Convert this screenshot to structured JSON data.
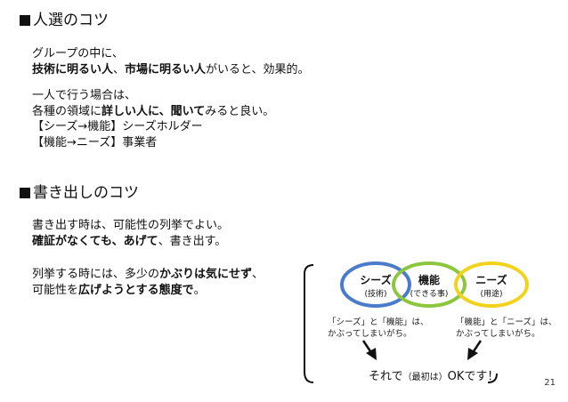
{
  "section1": {
    "heading": "人選のコツ",
    "para1": {
      "line1": "グループの中に、",
      "line2": [
        {
          "text": "技術に明るい人",
          "bold": true
        },
        {
          "text": "、",
          "bold": false
        },
        {
          "text": "市場に明るい人",
          "bold": true
        },
        {
          "text": "がいると、効果的。",
          "bold": false
        }
      ]
    },
    "para2": {
      "line1": "一人で行う場合は、",
      "line2": [
        {
          "text": "各種の領域に",
          "bold": false
        },
        {
          "text": "詳しい人に、聞いて",
          "bold": true
        },
        {
          "text": "みると良い。",
          "bold": false
        }
      ],
      "line3": "【シーズ→機能】シーズホルダー",
      "line4": "【機能→ニーズ】事業者"
    }
  },
  "section2": {
    "heading": "書き出しのコツ",
    "para1": {
      "line1": "書き出す時は、可能性の列挙でよい。",
      "line2": [
        {
          "text": "確証がなくても、あげて",
          "bold": true
        },
        {
          "text": "、書き出す。",
          "bold": false
        }
      ]
    },
    "para2": {
      "line1": [
        {
          "text": "列挙する時には、多少の",
          "bold": false
        },
        {
          "text": "かぶりは気にせず",
          "bold": true
        },
        {
          "text": "、",
          "bold": false
        }
      ],
      "line2": [
        {
          "text": "可能性を",
          "bold": false
        },
        {
          "text": "広げようとする態度で",
          "bold": true
        },
        {
          "text": "。",
          "bold": false
        }
      ]
    }
  },
  "diagram": {
    "circles": [
      {
        "label": "シーズ",
        "sub": "(技術)",
        "color": "#4a7cc9"
      },
      {
        "label": "機能",
        "sub": "(できる事)",
        "color": "#8cc63f"
      },
      {
        "label": "ニーズ",
        "sub": "(用途)",
        "color": "#f2d21b"
      }
    ],
    "note_left": {
      "line1": "「シーズ」と「機能」は、",
      "line2": "かぶってしまいがち。"
    },
    "note_right": {
      "line1": "「機能」と「ニーズ」は、",
      "line2": "かぶってしまいがち。"
    },
    "conclusion": {
      "pre": "それで",
      "small": "（最初は）",
      "post": "OKです！"
    }
  },
  "page_number": "21"
}
